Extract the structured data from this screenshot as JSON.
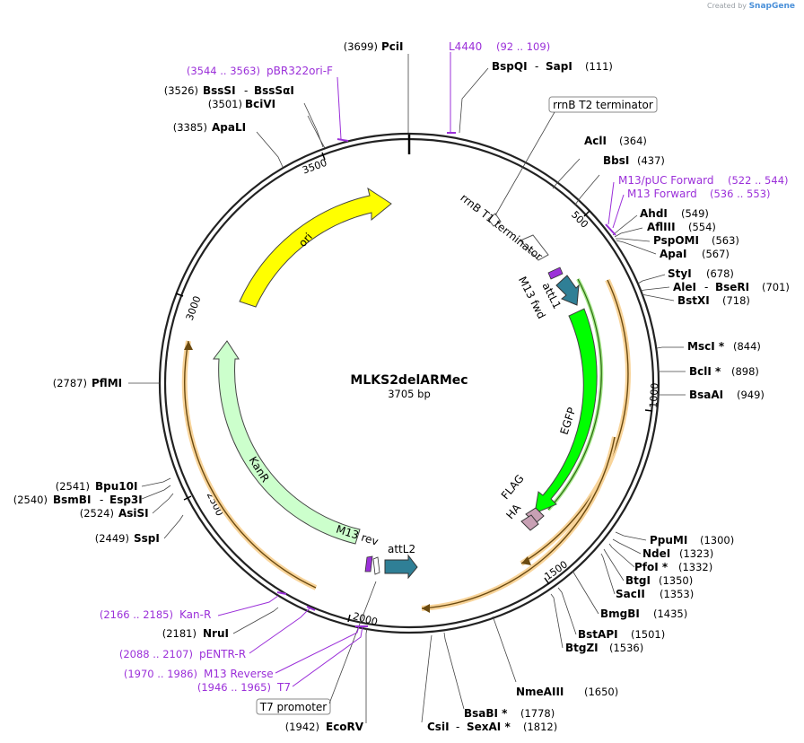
{
  "watermark": {
    "created_by": "Created by",
    "brand": "SnapGene"
  },
  "plasmid": {
    "name": "MLKS2delARMec",
    "size": "3705 bp"
  },
  "ticks": [
    "500",
    "1000",
    "1500",
    "2000",
    "2500",
    "3000",
    "3500"
  ],
  "features": {
    "ori": "ori",
    "kanr": "KanR",
    "egfp": "EGFP",
    "flag": "FLAG",
    "ha": "HA",
    "attl1": "attL1",
    "attl2": "attL2",
    "m13fwd": "M13 fwd",
    "m13rev": "M13 rev",
    "rrnbt1": "rrnB T1 terminator",
    "rrnbt2": "rrnB T2 terminator",
    "t7promoter": "T7 promoter"
  },
  "sites": {
    "pcii": {
      "pos": "(3699)",
      "name": "PciI"
    },
    "bspqi": {
      "name1": "BspQI",
      "sep": "-",
      "name2": "SapI",
      "pos": "(111)"
    },
    "bsssi": {
      "pos": "(3526)",
      "name1": "BssSI",
      "sep": "-",
      "name2": "BssSαI"
    },
    "bcivi": {
      "pos": "(3501)",
      "name": "BciVI"
    },
    "apali": {
      "pos": "(3385)",
      "name": "ApaLI"
    },
    "acli": {
      "name": "AclI",
      "pos": "(364)"
    },
    "bbsi": {
      "name": "BbsI",
      "pos": "(437)"
    },
    "ahdi": {
      "name": "AhdI",
      "pos": "(549)"
    },
    "afliii": {
      "name": "AflIII",
      "pos": "(554)"
    },
    "pspomi": {
      "name": "PspOMI",
      "pos": "(563)"
    },
    "apai": {
      "name": "ApaI",
      "pos": "(567)"
    },
    "styi": {
      "name": "StyI",
      "pos": "(678)"
    },
    "alei": {
      "name1": "AleI",
      "sep": "-",
      "name2": "BseRI",
      "pos": "(701)"
    },
    "bstxi": {
      "name": "BstXI",
      "pos": "(718)"
    },
    "msci": {
      "name": "MscI *",
      "pos": "(844)"
    },
    "bcli": {
      "name": "BclI *",
      "pos": "(898)"
    },
    "bsaai": {
      "name": "BsaAI",
      "pos": "(949)"
    },
    "pflmi": {
      "pos": "(2787)",
      "name": "PflMI"
    },
    "bpu10i": {
      "pos": "(2541)",
      "name": "Bpu10I"
    },
    "bsmbi": {
      "pos": "(2540)",
      "name1": "BsmBI",
      "sep": "-",
      "name2": "Esp3I"
    },
    "assi": {
      "pos": "(2524)",
      "name": "AsiSI"
    },
    "sspi": {
      "pos": "(2449)",
      "name": "SspI"
    },
    "ppumi": {
      "name": "PpuMI",
      "pos": "(1300)"
    },
    "ndei": {
      "name": "NdeI",
      "pos": "(1323)"
    },
    "pfoi": {
      "name": "PfoI *",
      "pos": "(1332)"
    },
    "btgi": {
      "name": "BtgI",
      "pos": "(1350)"
    },
    "sacii": {
      "name": "SacII",
      "pos": "(1353)"
    },
    "bmgbi": {
      "name": "BmgBI",
      "pos": "(1435)"
    },
    "bstapi": {
      "name": "BstAPI",
      "pos": "(1501)"
    },
    "btgzi": {
      "name": "BtgZI",
      "pos": "(1536)"
    },
    "nmeaiii": {
      "name": "NmeAIII",
      "pos": "(1650)"
    },
    "bsabi": {
      "name": "BsaBI *",
      "pos": "(1778)"
    },
    "csii": {
      "name1": "CsiI",
      "sep": "-",
      "name2": "SexAI *",
      "pos": "(1812)"
    },
    "nrui": {
      "pos": "(2181)",
      "name": "NruI"
    },
    "ecorv": {
      "pos": "(1942)",
      "name": "EcoRV"
    }
  },
  "primers": {
    "l4440": {
      "name": "L4440",
      "range": "(92 .. 109)"
    },
    "pbr322": {
      "range": "(3544 .. 3563)",
      "name": "pBR322ori-F"
    },
    "m13puc": {
      "name": "M13/pUC Forward",
      "range": "(522 .. 544)"
    },
    "m13f": {
      "name": "M13 Forward",
      "range": "(536 .. 553)"
    },
    "kanr": {
      "range": "(2166 .. 2185)",
      "name": "Kan-R"
    },
    "pentr": {
      "range": "(2088 .. 2107)",
      "name": "pENTR-R"
    },
    "m13rev": {
      "range": "(1970 .. 1986)",
      "name": "M13 Reverse"
    },
    "t7": {
      "range": "(1946 .. 1965)",
      "name": "T7"
    }
  },
  "colors": {
    "ori": "#ffff00",
    "kanr": "#ccffcc",
    "egfp": "#00ff00",
    "tag": "#c8a0b4",
    "att": "#2f7f96",
    "primer": "#9b30d9",
    "orf": "#f5a623"
  }
}
